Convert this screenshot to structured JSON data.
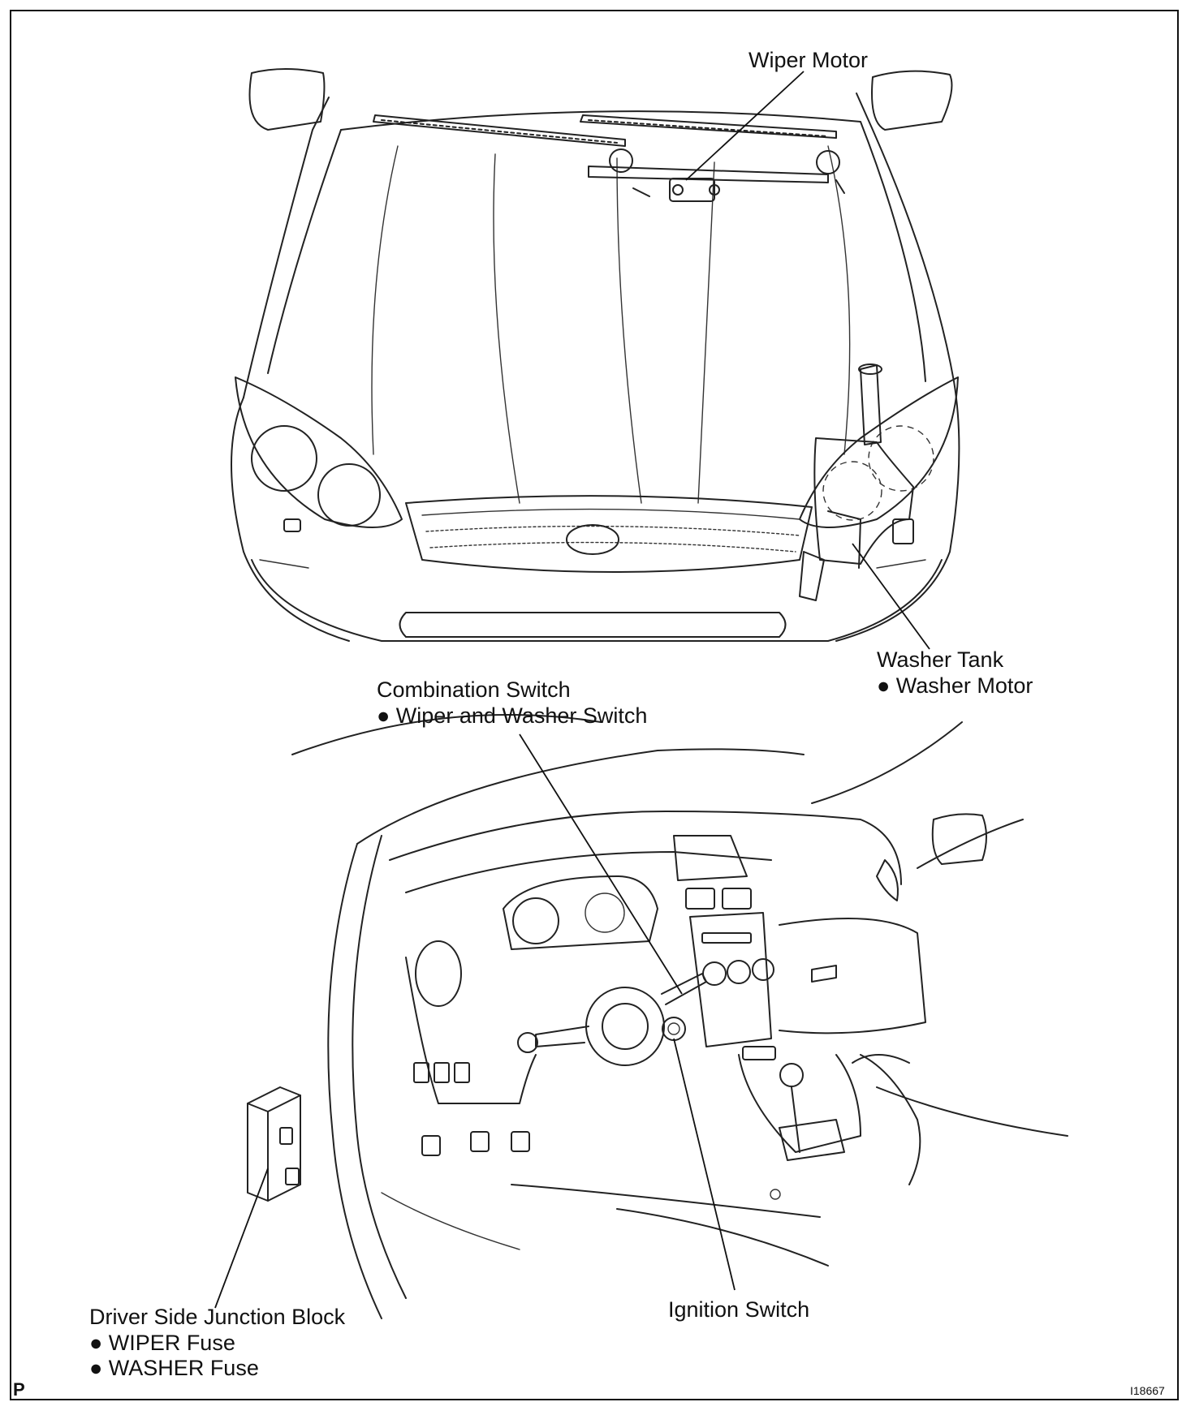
{
  "labels": {
    "wiper_motor": "Wiper Motor",
    "washer_tank": "Washer Tank",
    "washer_motor": "● Washer Motor",
    "combination_switch": "Combination Switch",
    "wiper_washer_switch": "● Wiper and Washer Switch",
    "driver_side_jb": "Driver Side Junction Block",
    "wiper_fuse": "● WIPER Fuse",
    "washer_fuse": "● WASHER Fuse",
    "ignition_switch": "Ignition Switch"
  },
  "corner": {
    "left": "P",
    "right": "I18667"
  },
  "colors": {
    "line": "#222222",
    "background": "#ffffff"
  }
}
